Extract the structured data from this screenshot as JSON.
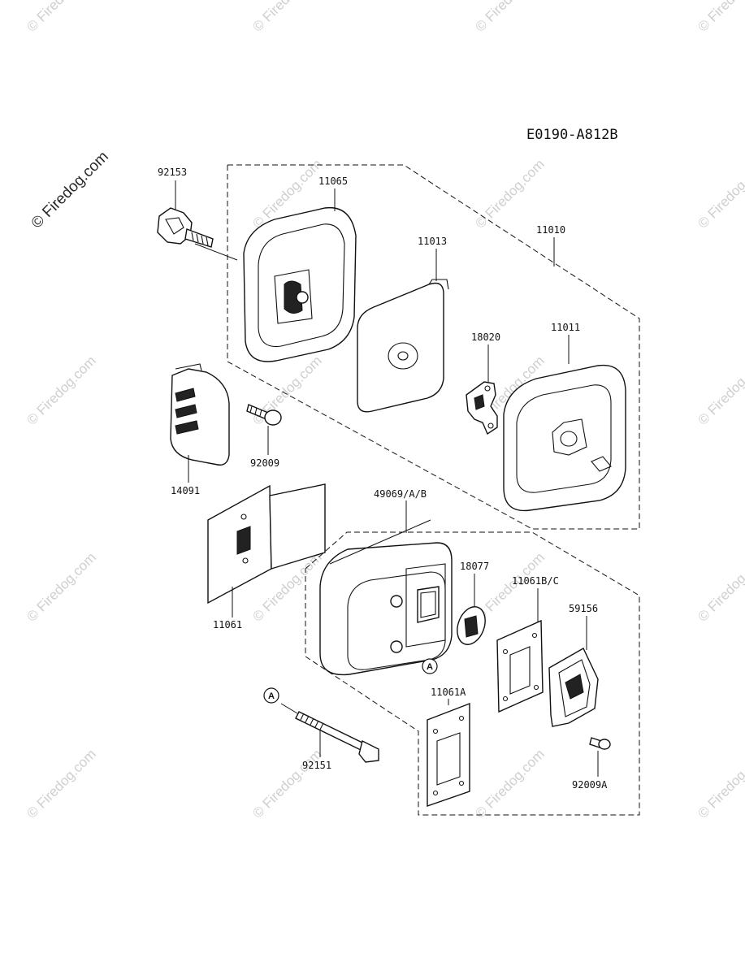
{
  "diagram_code": "E0190-A812B",
  "watermark": {
    "main_text": "© Firedog.com",
    "tile_text": "© Firedog.com"
  },
  "parts": [
    {
      "id": "p92153",
      "number": "92153"
    },
    {
      "id": "p11065",
      "number": "11065"
    },
    {
      "id": "p11013",
      "number": "11013"
    },
    {
      "id": "p11010",
      "number": "11010"
    },
    {
      "id": "p18020",
      "number": "18020"
    },
    {
      "id": "p11011",
      "number": "11011"
    },
    {
      "id": "p92009",
      "number": "92009"
    },
    {
      "id": "p14091",
      "number": "14091"
    },
    {
      "id": "p49069",
      "number": "49069/A/B"
    },
    {
      "id": "p18077",
      "number": "18077"
    },
    {
      "id": "p11061BC",
      "number": "11061B/C"
    },
    {
      "id": "p59156",
      "number": "59156"
    },
    {
      "id": "p11061",
      "number": "11061"
    },
    {
      "id": "p11061A",
      "number": "11061A"
    },
    {
      "id": "p92151",
      "number": "92151"
    },
    {
      "id": "p92009A",
      "number": "92009A"
    }
  ],
  "callouts": {
    "muffler_ref": "A",
    "bolt_ref": "A"
  }
}
